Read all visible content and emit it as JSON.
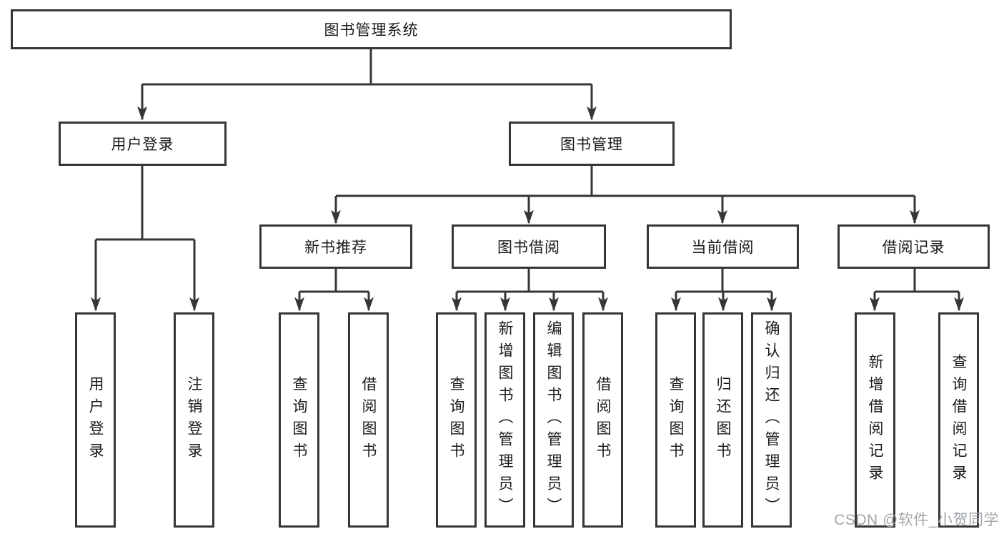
{
  "diagram": {
    "root": {
      "label": "图书管理系统"
    },
    "level2": [
      {
        "label": "用户登录"
      },
      {
        "label": "图书管理"
      }
    ],
    "level3": [
      {
        "label": "新书推荐"
      },
      {
        "label": "图书借阅"
      },
      {
        "label": "当前借阅"
      },
      {
        "label": "借阅记录"
      }
    ],
    "leaves": {
      "user_login": [
        {
          "label": "用户登录"
        },
        {
          "label": "注销登录"
        }
      ],
      "new_book_recommend": [
        {
          "label": "查询图书"
        },
        {
          "label": "借阅图书"
        }
      ],
      "book_borrow": [
        {
          "label": "查询图书"
        },
        {
          "label": "新增图书（管理员）"
        },
        {
          "label": "编辑图书（管理员）"
        },
        {
          "label": "借阅图书"
        }
      ],
      "current_borrow": [
        {
          "label": "查询图书"
        },
        {
          "label": "归还图书"
        },
        {
          "label": "确认归还（管理员）"
        }
      ],
      "borrow_records": [
        {
          "label": "新增借阅记录"
        },
        {
          "label": "查询借阅记录"
        }
      ]
    },
    "colors": {
      "line": "#363636",
      "text": "#1a1a1a",
      "box_background": "#ffffff"
    }
  },
  "watermark": {
    "text": "CSDN @软件_小贺同学",
    "color": "#a2a7ac"
  }
}
